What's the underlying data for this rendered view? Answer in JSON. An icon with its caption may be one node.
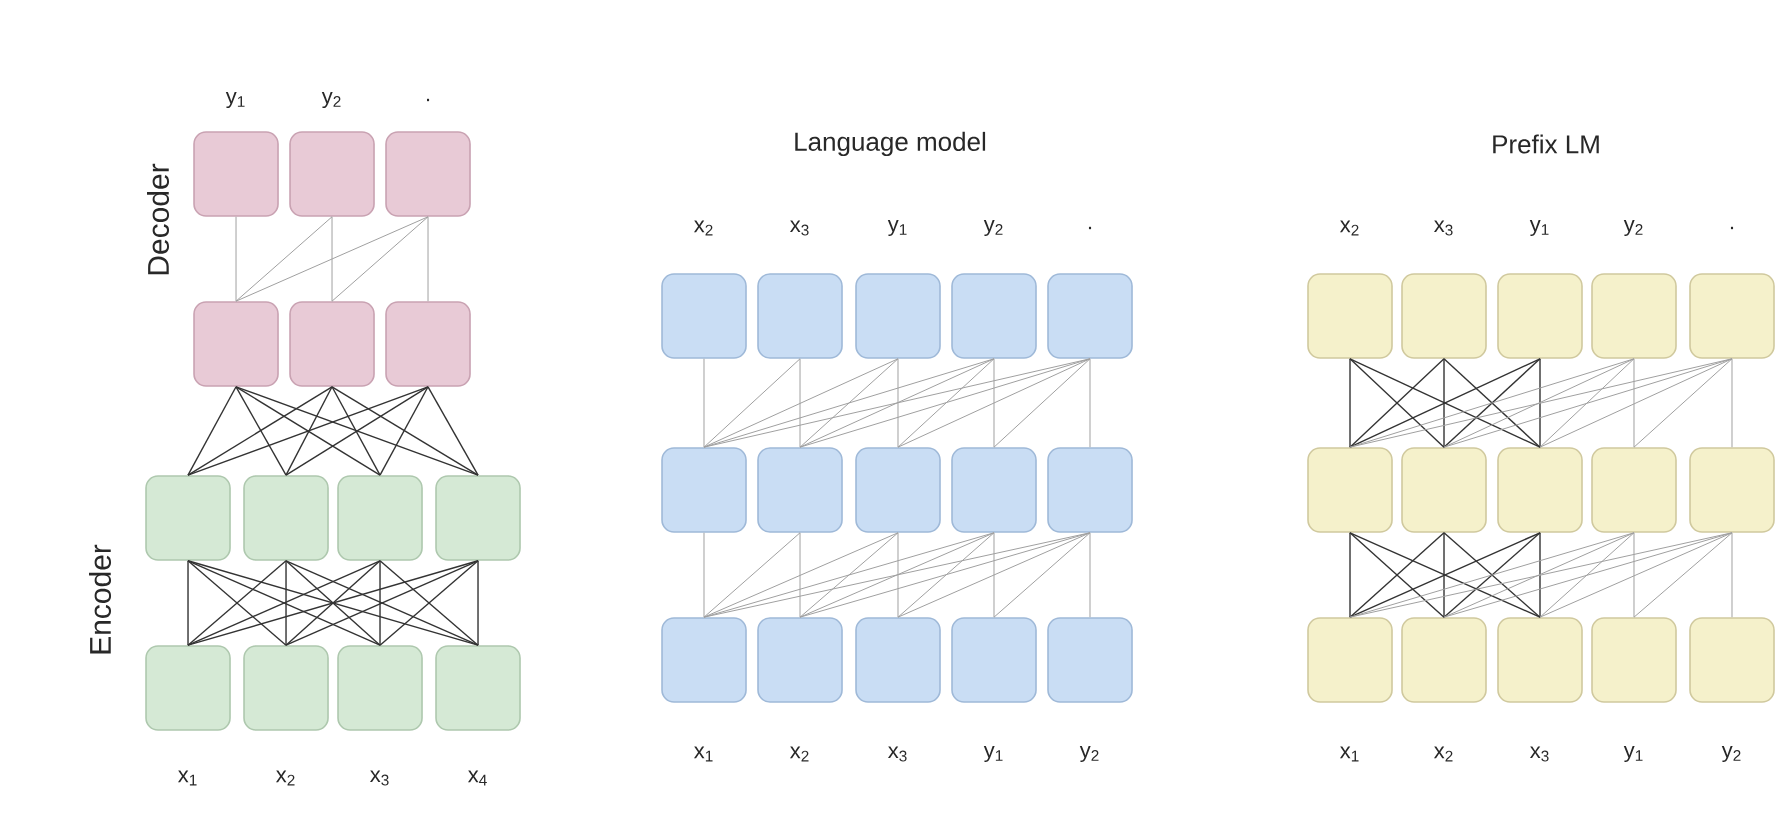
{
  "diagram": {
    "nodes": [
      {
        "text": [],
        "shape": "box"
      },
      {
        "text": [],
        "shape": "box"
      },
      {
        "text": [],
        "shape": "box"
      },
      {
        "text": [],
        "shape": "box"
      },
      {
        "text": [],
        "shape": "box"
      },
      {
        "text": [],
        "shape": "box"
      },
      {
        "text": [],
        "shape": "box"
      },
      {
        "text": [],
        "shape": "box"
      },
      {
        "text": [],
        "shape": "box"
      },
      {
        "text": [],
        "shape": "box"
      },
      {
        "text": [],
        "shape": "box"
      },
      {
        "text": [],
        "shape": "box"
      },
      {
        "text": [],
        "shape": "box"
      },
      {
        "text": [],
        "shape": "box"
      },
      {
        "text": [],
        "shape": "box"
      },
      {
        "text": [],
        "shape": "box"
      },
      {
        "text": [],
        "shape": "box"
      },
      {
        "text": [],
        "shape": "box"
      },
      {
        "text": [],
        "shape": "box"
      },
      {
        "text": [],
        "shape": "box"
      },
      {
        "text": [],
        "shape": "box"
      },
      {
        "text": [],
        "shape": "box"
      },
      {
        "text": [],
        "shape": "box"
      },
      {
        "text": [],
        "shape": "box"
      },
      {
        "text": [],
        "shape": "box"
      },
      {
        "text": [],
        "shape": "box"
      },
      {
        "text": [],
        "shape": "box"
      },
      {
        "text": [],
        "shape": "box"
      },
      {
        "text": [],
        "shape": "box"
      },
      {
        "text": [],
        "shape": "box"
      },
      {
        "text": [],
        "shape": "box"
      },
      {
        "text": [],
        "shape": "box"
      },
      {
        "text": [],
        "shape": "box"
      },
      {
        "text": [],
        "shape": "box"
      },
      {
        "text": [],
        "shape": "box"
      },
      {
        "text": [],
        "shape": "box"
      },
      {
        "text": [],
        "shape": "box"
      },
      {
        "text": [],
        "shape": "box"
      },
      {
        "text": [],
        "shape": "box"
      },
      {
        "text": [],
        "shape": "box"
      },
      {
        "text": [],
        "shape": "box"
      },
      {
        "text": [],
        "shape": "box"
      },
      {
        "text": [],
        "shape": "box"
      },
      {
        "text": [],
        "shape": "box"
      }
    ],
    "edges": [
      {
        "from": 3,
        "to": 0,
        "arrow": "none"
      },
      {
        "from": 3,
        "to": 1,
        "arrow": "none"
      },
      {
        "from": 4,
        "to": 1,
        "arrow": "none"
      },
      {
        "from": 3,
        "to": 2,
        "arrow": "none"
      },
      {
        "from": 4,
        "to": 2,
        "arrow": "none"
      },
      {
        "from": 5,
        "to": 2,
        "arrow": "none"
      },
      {
        "from": 6,
        "to": 3,
        "arrow": "none",
        "color": "#333333"
      },
      {
        "from": 6,
        "to": 4,
        "arrow": "none",
        "color": "#333333"
      },
      {
        "from": 6,
        "to": 5,
        "arrow": "none",
        "color": "#333333"
      },
      {
        "from": 7,
        "to": 3,
        "arrow": "none",
        "color": "#333333"
      },
      {
        "from": 7,
        "to": 4,
        "arrow": "none",
        "color": "#333333"
      },
      {
        "from": 7,
        "to": 5,
        "arrow": "none",
        "color": "#333333"
      },
      {
        "from": 8,
        "to": 3,
        "arrow": "none",
        "color": "#333333"
      },
      {
        "from": 8,
        "to": 4,
        "arrow": "none",
        "color": "#333333"
      },
      {
        "from": 8,
        "to": 5,
        "arrow": "none",
        "color": "#333333"
      },
      {
        "from": 9,
        "to": 3,
        "arrow": "none",
        "color": "#333333"
      },
      {
        "from": 9,
        "to": 4,
        "arrow": "none",
        "color": "#333333"
      },
      {
        "from": 9,
        "to": 5,
        "arrow": "none",
        "color": "#333333"
      },
      {
        "from": 10,
        "to": 6,
        "arrow": "none",
        "color": "#333333"
      },
      {
        "from": 10,
        "to": 7,
        "arrow": "none",
        "color": "#333333"
      },
      {
        "from": 10,
        "to": 8,
        "arrow": "none",
        "color": "#333333"
      },
      {
        "from": 10,
        "to": 9,
        "arrow": "none",
        "color": "#333333"
      },
      {
        "from": 11,
        "to": 6,
        "arrow": "none",
        "color": "#333333"
      },
      {
        "from": 11,
        "to": 7,
        "arrow": "none",
        "color": "#333333"
      },
      {
        "from": 11,
        "to": 8,
        "arrow": "none",
        "color": "#333333"
      },
      {
        "from": 11,
        "to": 9,
        "arrow": "none",
        "color": "#333333"
      },
      {
        "from": 12,
        "to": 6,
        "arrow": "none",
        "color": "#333333"
      },
      {
        "from": 12,
        "to": 7,
        "arrow": "none",
        "color": "#333333"
      },
      {
        "from": 12,
        "to": 8,
        "arrow": "none",
        "color": "#333333"
      },
      {
        "from": 12,
        "to": 9,
        "arrow": "none",
        "color": "#333333"
      },
      {
        "from": 13,
        "to": 6,
        "arrow": "none",
        "color": "#333333"
      },
      {
        "from": 13,
        "to": 7,
        "arrow": "none",
        "color": "#333333"
      },
      {
        "from": 13,
        "to": 8,
        "arrow": "none",
        "color": "#333333"
      },
      {
        "from": 13,
        "to": 9,
        "arrow": "none",
        "color": "#333333"
      },
      {
        "from": 19,
        "to": 14,
        "arrow": "none"
      },
      {
        "from": 19,
        "to": 15,
        "arrow": "none"
      },
      {
        "from": 20,
        "to": 15,
        "arrow": "none"
      },
      {
        "from": 19,
        "to": 16,
        "arrow": "none"
      },
      {
        "from": 20,
        "to": 16,
        "arrow": "none"
      },
      {
        "from": 21,
        "to": 16,
        "arrow": "none"
      },
      {
        "from": 19,
        "to": 17,
        "arrow": "none"
      },
      {
        "from": 20,
        "to": 17,
        "arrow": "none"
      },
      {
        "from": 21,
        "to": 17,
        "arrow": "none"
      },
      {
        "from": 22,
        "to": 17,
        "arrow": "none"
      },
      {
        "from": 19,
        "to": 18,
        "arrow": "none"
      },
      {
        "from": 20,
        "to": 18,
        "arrow": "none"
      },
      {
        "from": 21,
        "to": 18,
        "arrow": "none"
      },
      {
        "from": 22,
        "to": 18,
        "arrow": "none"
      },
      {
        "from": 23,
        "to": 18,
        "arrow": "none"
      },
      {
        "from": 24,
        "to": 19,
        "arrow": "none"
      },
      {
        "from": 24,
        "to": 20,
        "arrow": "none"
      },
      {
        "from": 25,
        "to": 20,
        "arrow": "none"
      },
      {
        "from": 24,
        "to": 21,
        "arrow": "none"
      },
      {
        "from": 25,
        "to": 21,
        "arrow": "none"
      },
      {
        "from": 26,
        "to": 21,
        "arrow": "none"
      },
      {
        "from": 24,
        "to": 22,
        "arrow": "none"
      },
      {
        "from": 25,
        "to": 22,
        "arrow": "none"
      },
      {
        "from": 26,
        "to": 22,
        "arrow": "none"
      },
      {
        "from": 27,
        "to": 22,
        "arrow": "none"
      },
      {
        "from": 24,
        "to": 23,
        "arrow": "none"
      },
      {
        "from": 25,
        "to": 23,
        "arrow": "none"
      },
      {
        "from": 26,
        "to": 23,
        "arrow": "none"
      },
      {
        "from": 27,
        "to": 23,
        "arrow": "none"
      },
      {
        "from": 28,
        "to": 23,
        "arrow": "none"
      },
      {
        "from": 34,
        "to": 29,
        "arrow": "none",
        "color": "#333333"
      },
      {
        "from": 35,
        "to": 29,
        "arrow": "none",
        "color": "#333333"
      },
      {
        "from": 36,
        "to": 29,
        "arrow": "none",
        "color": "#333333"
      },
      {
        "from": 34,
        "to": 30,
        "arrow": "none",
        "color": "#333333"
      },
      {
        "from": 35,
        "to": 30,
        "arrow": "none",
        "color": "#333333"
      },
      {
        "from": 36,
        "to": 30,
        "arrow": "none",
        "color": "#333333"
      },
      {
        "from": 34,
        "to": 31,
        "arrow": "none",
        "color": "#333333"
      },
      {
        "from": 35,
        "to": 31,
        "arrow": "none",
        "color": "#333333"
      },
      {
        "from": 36,
        "to": 31,
        "arrow": "none",
        "color": "#333333"
      },
      {
        "from": 34,
        "to": 32,
        "arrow": "none"
      },
      {
        "from": 35,
        "to": 32,
        "arrow": "none"
      },
      {
        "from": 36,
        "to": 32,
        "arrow": "none"
      },
      {
        "from": 37,
        "to": 32,
        "arrow": "none"
      },
      {
        "from": 34,
        "to": 33,
        "arrow": "none"
      },
      {
        "from": 35,
        "to": 33,
        "arrow": "none"
      },
      {
        "from": 36,
        "to": 33,
        "arrow": "none"
      },
      {
        "from": 37,
        "to": 33,
        "arrow": "none"
      },
      {
        "from": 38,
        "to": 33,
        "arrow": "none"
      },
      {
        "from": 39,
        "to": 34,
        "arrow": "none",
        "color": "#333333"
      },
      {
        "from": 40,
        "to": 34,
        "arrow": "none",
        "color": "#333333"
      },
      {
        "from": 41,
        "to": 34,
        "arrow": "none",
        "color": "#333333"
      },
      {
        "from": 39,
        "to": 35,
        "arrow": "none",
        "color": "#333333"
      },
      {
        "from": 40,
        "to": 35,
        "arrow": "none",
        "color": "#333333"
      },
      {
        "from": 41,
        "to": 35,
        "arrow": "none",
        "color": "#333333"
      },
      {
        "from": 39,
        "to": 36,
        "arrow": "none",
        "color": "#333333"
      },
      {
        "from": 40,
        "to": 36,
        "arrow": "none",
        "color": "#333333"
      },
      {
        "from": 41,
        "to": 36,
        "arrow": "none",
        "color": "#333333"
      },
      {
        "from": 39,
        "to": 37,
        "arrow": "none"
      },
      {
        "from": 40,
        "to": 37,
        "arrow": "none"
      },
      {
        "from": 41,
        "to": 37,
        "arrow": "none"
      },
      {
        "from": 42,
        "to": 37,
        "arrow": "none"
      },
      {
        "from": 39,
        "to": 38,
        "arrow": "none"
      },
      {
        "from": 40,
        "to": 38,
        "arrow": "none"
      },
      {
        "from": 41,
        "to": 38,
        "arrow": "none"
      },
      {
        "from": 42,
        "to": 38,
        "arrow": "none"
      },
      {
        "from": 43,
        "to": 38,
        "arrow": "none"
      }
    ],
    "labels": [
      "y$_{1}$",
      "y$_{2}$",
      ".",
      "Decoder",
      "Language model",
      "Prefix LM",
      "x$_{2}$",
      "x$_{3}$",
      "y$_{1}$",
      "y$_{2}$",
      ".",
      "x$_{2}$",
      "x$_{3}$",
      "y$_{1}$",
      "y$_{2}$",
      ".",
      "Encoder",
      "x$_{1}$",
      "x$_{2}$",
      "x$_{3}$",
      "x$_{4}$",
      "x$_{1}$",
      "x$_{2}$",
      "x$_{3}$",
      "y$_{1}$",
      "y$_{2}$",
      "x$_{1}$",
      "x$_{2}$",
      "x$_{3}$",
      "y$_{1}$",
      "y$_{2}$"
    ]
  }
}
